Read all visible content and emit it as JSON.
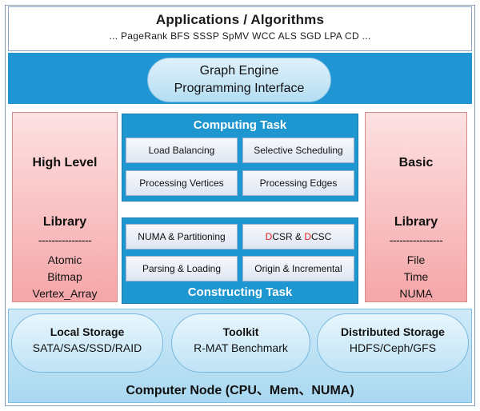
{
  "applications": {
    "title": "Applications / Algorithms",
    "list": "... PageRank  BFS  SSSP  SpMV  WCC  ALS  SGD  LPA  CD ..."
  },
  "engine": {
    "line1": "Graph Engine",
    "line2": "Programming Interface"
  },
  "high_level_library": {
    "title_line1": "High Level",
    "title_line2": "Library",
    "separator": "----------------",
    "items": [
      "Atomic",
      "Bitmap",
      "Vertex_Array"
    ]
  },
  "basic_library": {
    "title_line1": "Basic",
    "title_line2": "Library",
    "separator": "----------------",
    "items": [
      "File",
      "Time",
      "NUMA"
    ]
  },
  "computing_task": {
    "title": "Computing Task",
    "cells": [
      "Load Balancing",
      "Selective Scheduling",
      "Processing Vertices",
      "Processing Edges"
    ]
  },
  "constructing_task": {
    "title": "Constructing Task",
    "cells": {
      "numa": "NUMA & Partitioning",
      "dcsr_d1": "D",
      "dcsr_rest1": "CSR & ",
      "dcsr_d2": "D",
      "dcsr_rest2": "CSC",
      "parsing": "Parsing & Loading",
      "origin": "Origin & Incremental"
    }
  },
  "storage": [
    {
      "title": "Local Storage",
      "sub": "SATA/SAS/SSD/RAID"
    },
    {
      "title": "Toolkit",
      "sub": "R-MAT Benchmark"
    },
    {
      "title": "Distributed Storage",
      "sub": "HDFS/Ceph/GFS"
    }
  ],
  "computer_node": "Computer Node (CPU、Mem、NUMA)",
  "colors": {
    "accent_blue": "#1f95d3",
    "library_pink": "#f5a6a8",
    "red_letter": "#e02020"
  }
}
